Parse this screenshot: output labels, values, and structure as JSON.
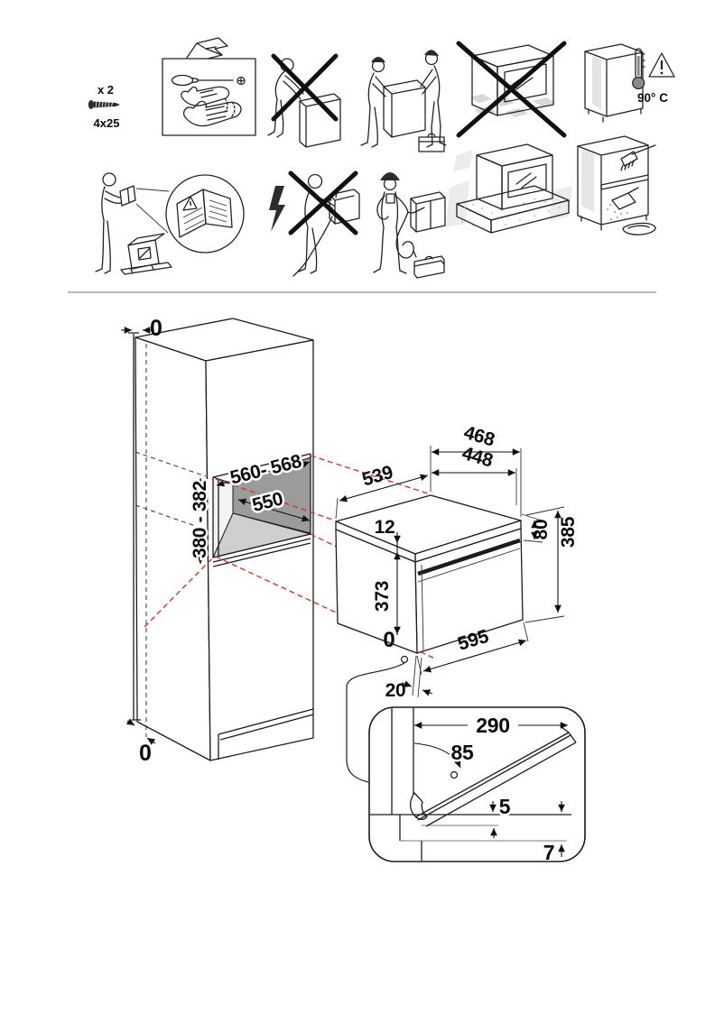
{
  "colors": {
    "ink": "#1b1b1b",
    "projection_red": "#e03128",
    "niche_back_wall": "#9b9b9b",
    "niche_floor": "#cfcfcf",
    "divider": "#8f8f8f"
  },
  "hardware": {
    "screw_count": "x 2",
    "screw_size": "4x25"
  },
  "warnings": {
    "max_temp": "90° C"
  },
  "install_dims": {
    "top_clearance": "0",
    "bottom_clearance": "0",
    "niche_width": "560- 568",
    "niche_depth": "550",
    "niche_height": "380 - 382",
    "depth_total": "468",
    "depth_body": "448",
    "depth_side": "539",
    "frame_thickness": "12",
    "front_height": "373",
    "rear_height": "80",
    "total_height": "385",
    "width": "595",
    "front_clearance": "0",
    "front_offset": "20"
  },
  "door_detail": {
    "open_width": "290",
    "open_angle": "85",
    "gap_above": "5",
    "gap_below": "7"
  }
}
